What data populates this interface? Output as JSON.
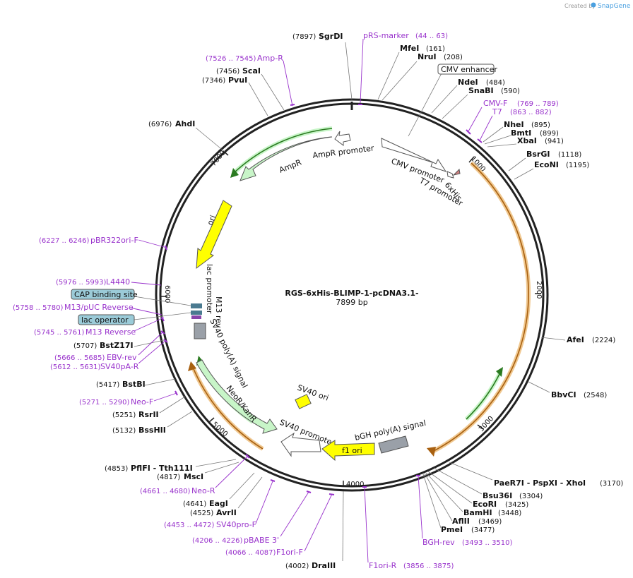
{
  "credit": {
    "prefix": "Created by",
    "brand": "SnapGene"
  },
  "plasmid": {
    "name": "RGS-6xHis-BLIMP-1-pcDNA3.1-",
    "size_label": "7899 bp"
  },
  "ticks": [
    "1000",
    "2000",
    "3000",
    "4000",
    "5000",
    "6000",
    "7000"
  ],
  "sites": [
    {
      "pos": "(7897)",
      "name": "SgrDI"
    },
    {
      "pos": "(161)",
      "name": "MfeI"
    },
    {
      "pos": "(208)",
      "name": "NruI"
    },
    {
      "pos": "(484)",
      "name": "NdeI"
    },
    {
      "pos": "(590)",
      "name": "SnaBI"
    },
    {
      "pos": "(895)",
      "name": "NheI"
    },
    {
      "pos": "(899)",
      "name": "BmtI"
    },
    {
      "pos": "(941)",
      "name": "XbaI"
    },
    {
      "pos": "(1118)",
      "name": "BsrGI"
    },
    {
      "pos": "(1195)",
      "name": "EcoNI"
    },
    {
      "pos": "(2224)",
      "name": "AfeI"
    },
    {
      "pos": "(2548)",
      "name": "BbvCI"
    },
    {
      "pos": "(3170)",
      "name": "PaeR7I - PspXI - XhoI"
    },
    {
      "pos": "(3304)",
      "name": "Bsu36I"
    },
    {
      "pos": "(3425)",
      "name": "EcoRI"
    },
    {
      "pos": "(3448)",
      "name": "BamHI"
    },
    {
      "pos": "(3469)",
      "name": "AflII"
    },
    {
      "pos": "(3477)",
      "name": "PmeI"
    },
    {
      "pos": "(4002)",
      "name": "DraIII"
    },
    {
      "pos": "(4525)",
      "name": "AvrII"
    },
    {
      "pos": "(4641)",
      "name": "EagI"
    },
    {
      "pos": "(4817)",
      "name": "MscI"
    },
    {
      "pos": "(4853)",
      "name": "PflFI - Tth111I"
    },
    {
      "pos": "(5132)",
      "name": "BssHII"
    },
    {
      "pos": "(5251)",
      "name": "RsrII"
    },
    {
      "pos": "(5417)",
      "name": "BstBI"
    },
    {
      "pos": "(5707)",
      "name": "BstZ17I"
    },
    {
      "pos": "(6976)",
      "name": "AhdI"
    },
    {
      "pos": "(7346)",
      "name": "PvuI"
    },
    {
      "pos": "(7456)",
      "name": "ScaI"
    }
  ],
  "primers": [
    {
      "name": "pRS-marker",
      "range": "(44 .. 63)"
    },
    {
      "name": "CMV-F",
      "range": "(769 .. 789)"
    },
    {
      "name": "T7",
      "range": "(863 .. 882)"
    },
    {
      "name": "BGH-rev",
      "range": "(3493 .. 3510)"
    },
    {
      "name": "F1ori-R",
      "range": "(3856 .. 3875)"
    },
    {
      "name": "F1ori-F",
      "range": "(4066 .. 4087)"
    },
    {
      "name": "pBABE 3'",
      "range": "(4206 .. 4226)"
    },
    {
      "name": "SV40pro-F",
      "range": "(4453 .. 4472)"
    },
    {
      "name": "Neo-R",
      "range": "(4661 .. 4680)"
    },
    {
      "name": "Neo-F",
      "range": "(5271 .. 5290)"
    },
    {
      "name": "SV40pA-R",
      "range": "(5612 .. 5631)"
    },
    {
      "name": "EBV-rev",
      "range": "(5666 .. 5685)"
    },
    {
      "name": "M13 Reverse",
      "range": "(5745 .. 5761)"
    },
    {
      "name": "M13/pUC Reverse",
      "range": "(5758 .. 5780)"
    },
    {
      "name": "L4440",
      "range": "(5976 .. 5993)"
    },
    {
      "name": "pBR322ori-F",
      "range": "(6227 .. 6246)"
    },
    {
      "name": "Amp-R",
      "range": "(7526 .. 7545)"
    }
  ],
  "boxed_features": [
    "CMV enhancer",
    "CAP binding site",
    "lac operator"
  ],
  "features": [
    "AmpR promoter",
    "AmpR",
    "ori",
    "CMV promoter",
    "T7 promoter",
    "6xHis",
    "lac promoter",
    "M13 rev",
    "SV40 poly(A) signal",
    "NeoR/KanR",
    "SV40 ori",
    "SV40 promoter",
    "f1 ori",
    "bGH poly(A) signal"
  ],
  "colors": {
    "backbone": "#222222",
    "primer": "#9933cc",
    "amp": "#c8f5c8",
    "ori": "#ffff00",
    "orf": "#e0a040",
    "terminator": "#9aa0a8",
    "promoter": "#ffffff",
    "box_blue": "#9bcbd8"
  }
}
